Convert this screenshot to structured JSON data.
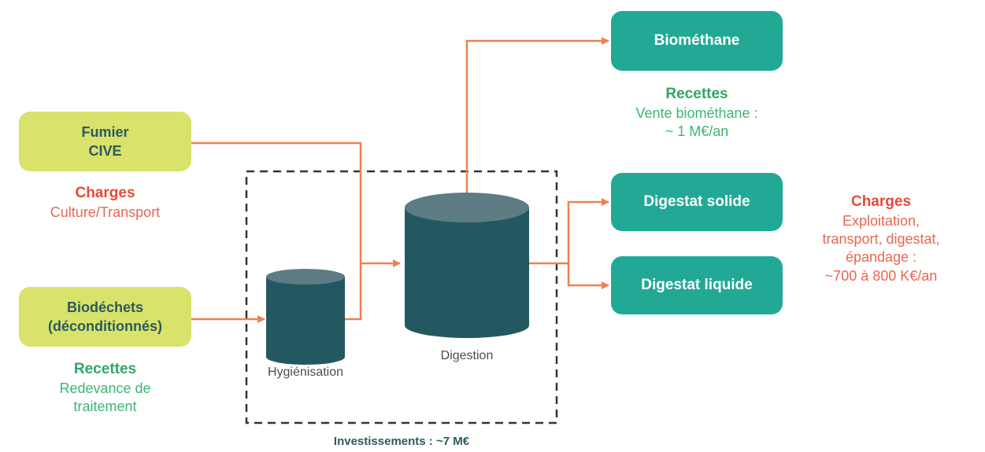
{
  "inputs": {
    "fumier": {
      "line1": "Fumier",
      "line2": "CIVE"
    },
    "biodechets": {
      "line1": "Biodéchets",
      "line2": "(déconditionnés)"
    }
  },
  "outputs": {
    "biomethane": "Biométhane",
    "digestat_solide": "Digestat solide",
    "digestat_liquide": "Digestat liquide"
  },
  "process": {
    "hygienisation": "Hygiénisation",
    "digestion": "Digestion",
    "investissements": "Investissements : ~7 M€"
  },
  "annotations": {
    "fumier_charges": {
      "head": "Charges",
      "body": "Culture/Transport"
    },
    "biodechets_recettes": {
      "head": "Recettes",
      "line1": "Redevance de",
      "line2": "traitement"
    },
    "biomethane_recettes": {
      "head": "Recettes",
      "line1": "Vente biométhane :",
      "line2": "~ 1 M€/an"
    },
    "digestat_charges": {
      "head": "Charges",
      "line1": "Exploitation,",
      "line2": "transport, digestat,",
      "line3": "épandage :",
      "line4": "~700 à 800 K€/an"
    }
  },
  "colors": {
    "input_box": "#d9e26a",
    "output_box": "#21a996",
    "arrow": "#f08050",
    "tank_body": "#245861",
    "tank_top": "#5d7c84",
    "charges": "#e54b36",
    "recettes": "#2fa764",
    "dashed_border": "#333333"
  }
}
